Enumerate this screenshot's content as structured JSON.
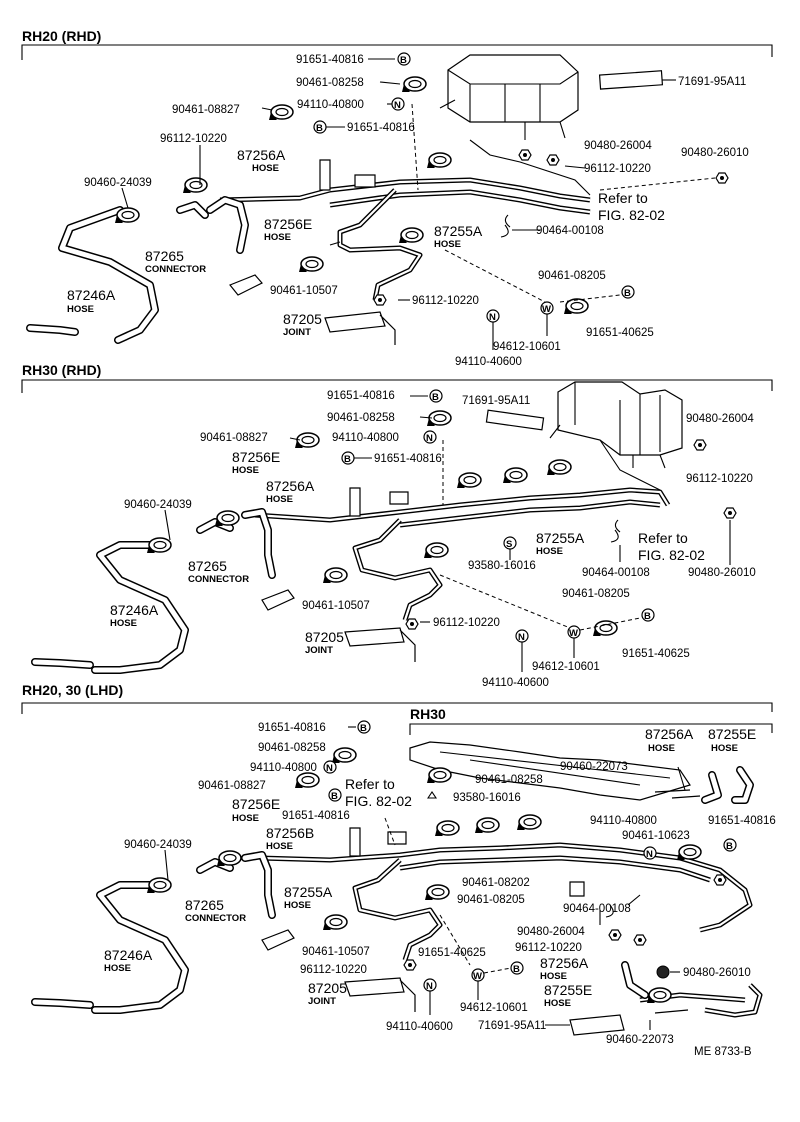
{
  "sections": [
    {
      "title": "RH20 (RHD)"
    },
    {
      "title": "RH30 (RHD)"
    },
    {
      "title": "RH20, 30 (LHD)",
      "subtitle": "RH30"
    }
  ],
  "s1": {
    "p91651_40816a": "91651-40816",
    "p90461_08258": "90461-08258",
    "p71691": "71691-95A11",
    "p90461_08827": "90461-08827",
    "p94110_40800": "94110-40800",
    "p91651_40816b": "91651-40816",
    "p96112_10220a": "96112-10220",
    "p87256A": "87256A",
    "hose_a": "HOSE",
    "p90480_26004": "90480-26004",
    "p96112_10220b": "96112-10220",
    "p90480_26010": "90480-26010",
    "p90460_24039": "90460-24039",
    "p87256E": "87256E",
    "hose_e": "HOSE",
    "ref1": "Refer to",
    "ref2": "FIG. 82-02",
    "p87255A": "87255A",
    "hose_255": "HOSE",
    "p90464_00108": "90464-00108",
    "p87265": "87265",
    "connector": "CONNECTOR",
    "p90461_08205": "90461-08205",
    "p90461_10507": "90461-10507",
    "p87246A": "87246A",
    "hose_246": "HOSE",
    "p96112_10220c": "96112-10220",
    "p87205": "87205",
    "joint": "JOINT",
    "p91651_40625": "91651-40625",
    "p94612_10601": "94612-10601",
    "p94110_40600": "94110-40600"
  },
  "s2": {
    "p91651_40816a": "91651-40816",
    "p90461_08258": "90461-08258",
    "p71691": "71691-95A11",
    "p90480_26004": "90480-26004",
    "p90461_08827": "90461-08827",
    "p94110_40800": "94110-40800",
    "p91651_40816b": "91651-40816",
    "p96112_10220a": "96112-10220",
    "p87256E": "87256E",
    "hose_e": "HOSE",
    "p87256A": "87256A",
    "hose_a": "HOSE",
    "p90460_24039": "90460-24039",
    "p87255A": "87255A",
    "hose_255": "HOSE",
    "ref1": "Refer to",
    "ref2": "FIG. 82-02",
    "p93580": "93580-16016",
    "p90464_00108": "90464-00108",
    "p90480_26010": "90480-26010",
    "p87265": "87265",
    "connector": "CONNECTOR",
    "p87246A": "87246A",
    "hose_246": "HOSE",
    "p90461_10507": "90461-10507",
    "p90461_08205": "90461-08205",
    "p96112_10220b": "96112-10220",
    "p87205": "87205",
    "joint": "JOINT",
    "p91651_40625": "91651-40625",
    "p94612_10601": "94612-10601",
    "p94110_40600": "94110-40600"
  },
  "s3": {
    "p91651_40816a": "91651-40816",
    "p90461_08258a": "90461-08258",
    "p94110_40800a": "94110-40800",
    "p90461_08827": "90461-08827",
    "ref1": "Refer to",
    "ref2": "FIG. 82-02",
    "p91651_40816b": "91651-40816",
    "p87256E": "87256E",
    "hose_e": "HOSE",
    "p87256B": "87256B",
    "hose_b": "HOSE",
    "p90460_24039": "90460-24039",
    "p87265": "87265",
    "connector": "CONNECTOR",
    "p87255A": "87255A",
    "hose_255": "HOSE",
    "p87246A": "87246A",
    "hose_246": "HOSE",
    "p90461_10507": "90461-10507",
    "p96112_10220a": "96112-10220",
    "p87205": "87205",
    "joint": "JOINT",
    "p94110_40600": "94110-40600",
    "p94612_10601": "94612-10601",
    "p91651_40625": "91651-40625",
    "p71691": "71691-95A11",
    "p90460_22073a": "90460-22073",
    "p87256A_r": "87256A",
    "hose_ar": "HOSE",
    "p87255E_r": "87255E",
    "hose_er": "HOSE",
    "p90461_08258b": "90461-08258",
    "p93580": "93580-16016",
    "p94110_40800b": "94110-40800",
    "p90461_10623": "90461-10623",
    "p91651_40816c": "91651-40816",
    "p90461_08202": "90461-08202",
    "p90461_08205": "90461-08205",
    "p90464_00108": "90464-00108",
    "p90480_26004": "90480-26004",
    "p96112_10220b": "96112-10220",
    "p87256A_b": "87256A",
    "hose_ab": "HOSE",
    "p90480_26010": "90480-26010",
    "p87255E_b": "87255E",
    "hose_eb": "HOSE",
    "p90460_22073b": "90460-22073",
    "code": "ME  8733-B"
  },
  "markers": {
    "B": "B",
    "N": "N",
    "W": "W",
    "S": "S"
  }
}
